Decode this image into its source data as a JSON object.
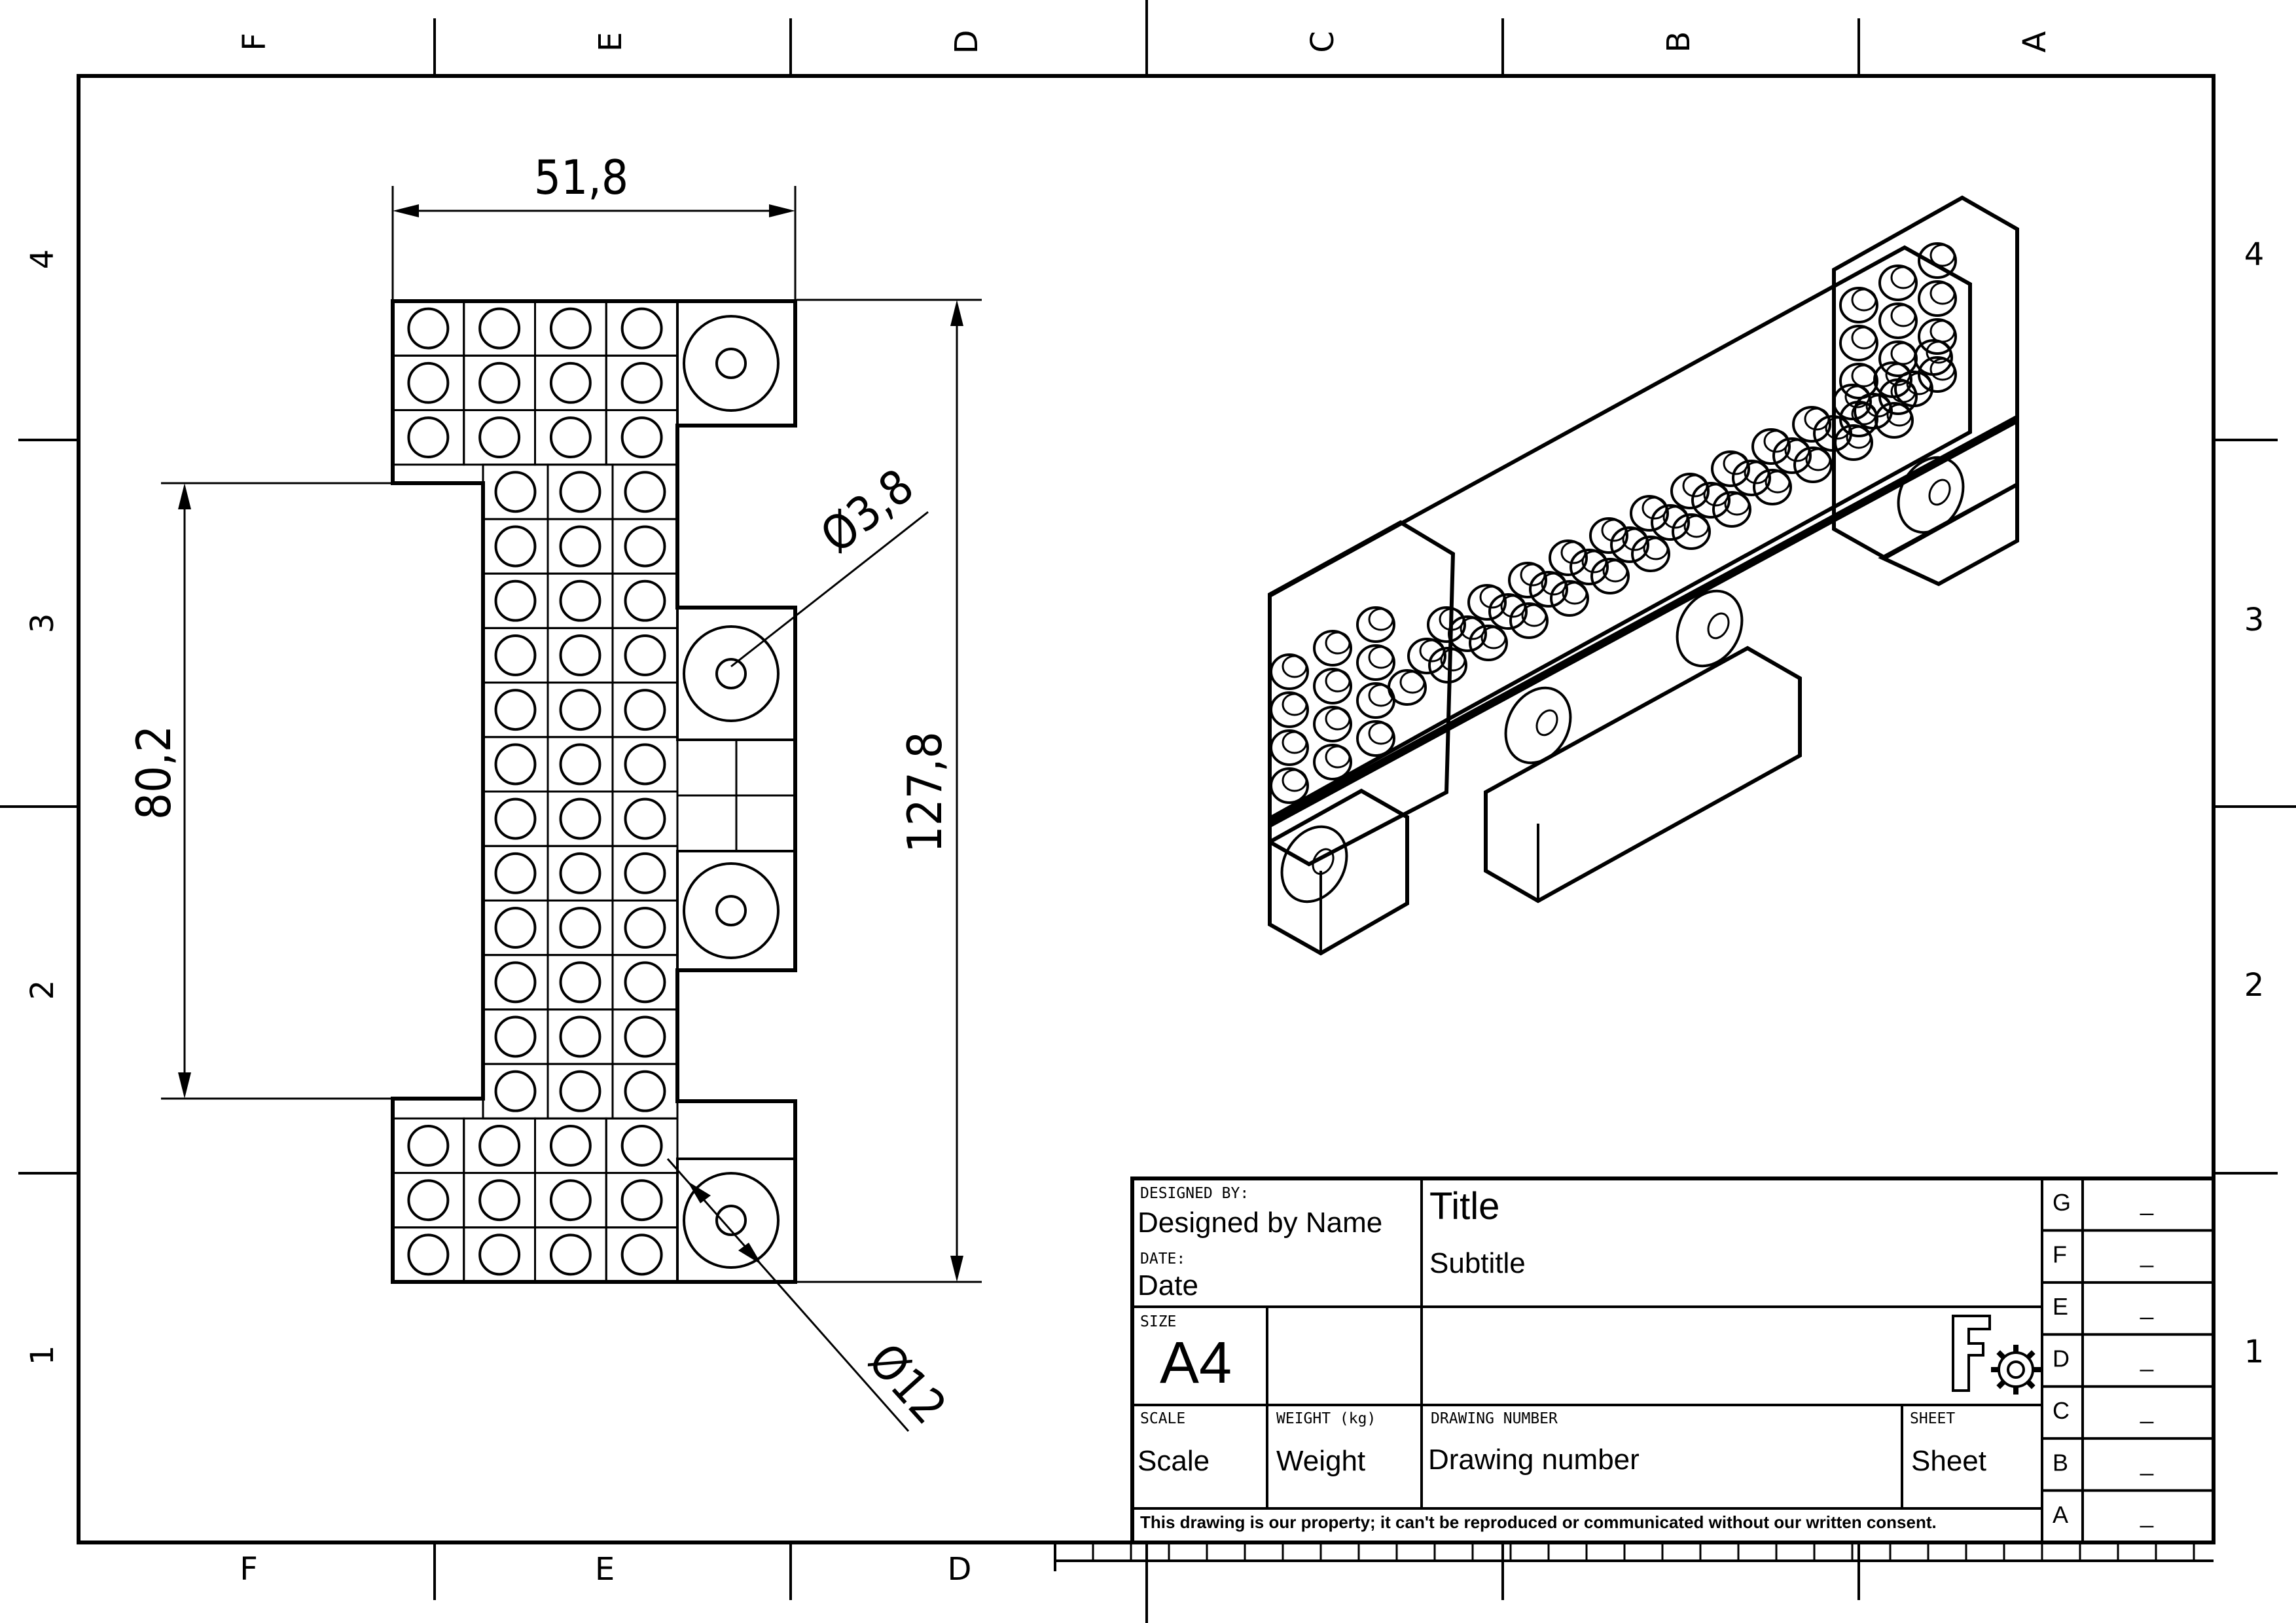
{
  "zones": {
    "top": [
      "F",
      "E",
      "D",
      "C",
      "B",
      "A"
    ],
    "bottom": [
      "F",
      "E",
      "D"
    ],
    "left": [
      "4",
      "3",
      "2",
      "1"
    ],
    "right": [
      "4",
      "3",
      "2",
      "1"
    ]
  },
  "dimensions": {
    "width": "51,8",
    "height_inner": "80,2",
    "height_total": "127,8",
    "hole_small": "Ø3,8",
    "hole_large": "Ø12"
  },
  "title_block": {
    "designed_by_label": "DESIGNED BY:",
    "designed_by": "Designed by Name",
    "date_label": "DATE:",
    "date": "Date",
    "title": "Title",
    "subtitle": "Subtitle",
    "size_label": "SIZE",
    "size": "A4",
    "scale_label": "SCALE",
    "scale": "Scale",
    "weight_label": "WEIGHT (kg)",
    "weight": "Weight",
    "drawing_number_label": "DRAWING NUMBER",
    "drawing_number": "Drawing number",
    "sheet_label": "SHEET",
    "sheet": "Sheet",
    "note": "This drawing is our property; it can't be reproduced or communicated without our written consent.",
    "logo": "freecad-logo-icon",
    "revisions": [
      {
        "letter": "G",
        "value": "_"
      },
      {
        "letter": "F",
        "value": "_"
      },
      {
        "letter": "E",
        "value": "_"
      },
      {
        "letter": "D",
        "value": "_"
      },
      {
        "letter": "C",
        "value": "_"
      },
      {
        "letter": "B",
        "value": "_"
      },
      {
        "letter": "A",
        "value": "_"
      }
    ]
  }
}
